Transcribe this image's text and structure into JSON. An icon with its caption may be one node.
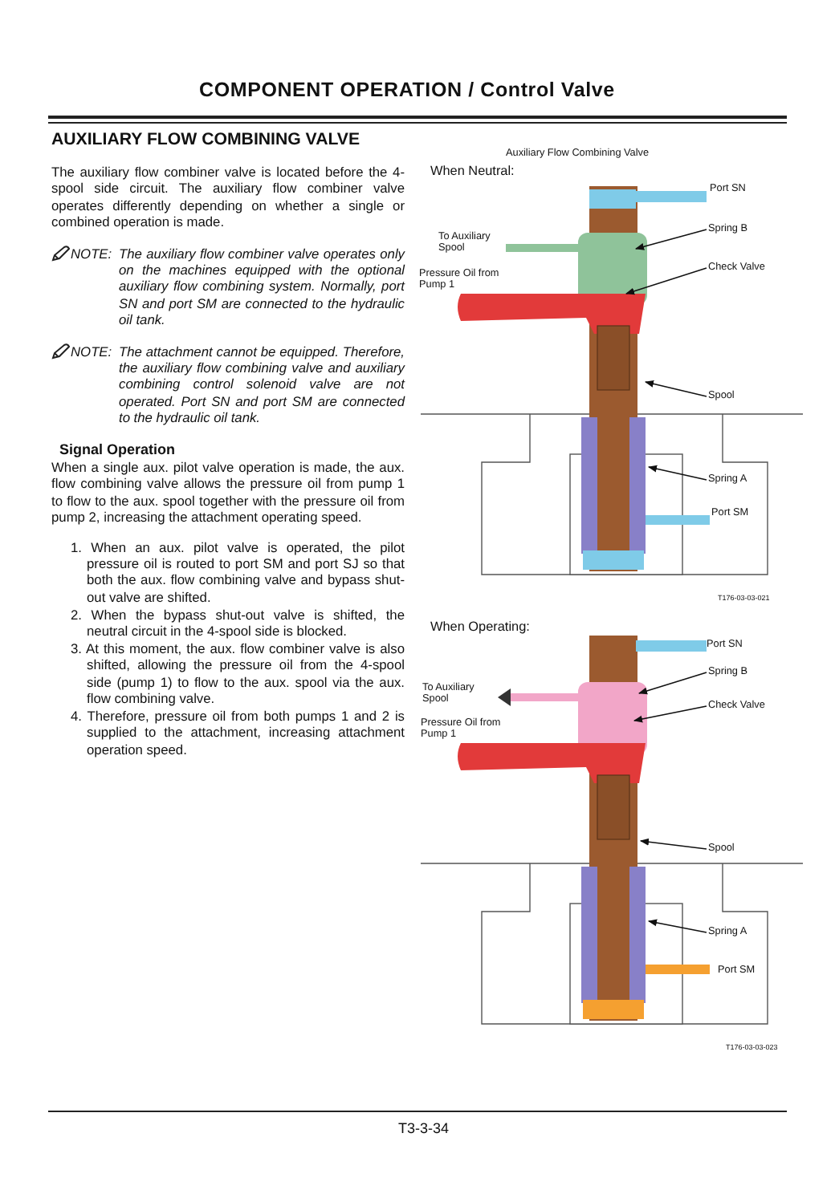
{
  "diagram": {
    "title": "COMPONENT OPERATION / Control Valve",
    "nodes": [
      {
        "text": [
          "Spring B"
        ]
      },
      {
        "text": [
          "Check Valve"
        ]
      },
      {
        "text": [
          "Spool"
        ]
      },
      {
        "text": [
          "Spring A"
        ]
      },
      {
        "text": [
          "Spring B"
        ]
      },
      {
        "text": [
          "Check Valve"
        ]
      },
      {
        "text": [
          "Spool"
        ]
      },
      {
        "text": [
          "Spring A"
        ]
      }
    ],
    "edges": [
      {
        "from": 0,
        "to": null,
        "arrow": "to"
      },
      {
        "from": 1,
        "to": null,
        "arrow": "to"
      },
      {
        "from": 2,
        "to": null,
        "arrow": "to"
      },
      {
        "from": 3,
        "to": null,
        "arrow": "to"
      },
      {
        "from": 4,
        "to": null,
        "arrow": "to"
      },
      {
        "from": 5,
        "to": null,
        "arrow": "to"
      },
      {
        "from": 6,
        "to": null,
        "arrow": "to"
      },
      {
        "from": 7,
        "to": null,
        "arrow": "to"
      }
    ],
    "labels": [
      "AUXILIARY FLOW COMBINING VALVE",
      "The auxiliary flow combiner valve is located before the 4-spool side circuit. The auxiliary flow combiner valve operates differently depending on whether a single or combined operation is made.",
      "NOTE:",
      "The auxiliary flow combiner valve operates only on the machines equipped with the optional auxiliary flow combining system. Normally, port SN and port SM are connected to the hydraulic oil tank.",
      "NOTE:",
      "The attachment cannot be equipped. Therefore, the auxiliary flow combining valve and auxiliary combining control solenoid valve are not operated. Port SN and port SM are connected to the hydraulic oil tank.",
      "Signal Operation",
      "When a single aux. pilot valve operation is made, the aux. flow combining valve allows the pressure oil from pump 1 to flow to the aux. spool together with the pressure oil from pump 2, increasing the attachment operating speed.",
      "1. When an aux. pilot valve is operated, the pilot pressure oil is routed to port SM and port SJ so that both the aux. flow combining valve and bypass shut-out valve are shifted.",
      "2. When the bypass shut-out valve is shifted, the neutral circuit in the 4-spool side is blocked.",
      "3. At this moment, the aux. flow combiner valve is also shifted, allowing the pressure oil from the 4-spool side (pump 1) to flow to the aux. spool via the aux. flow combining valve.",
      "4. Therefore, pressure oil from both pumps 1 and 2 is supplied to the attachment, increasing attachment operation speed.",
      "Auxiliary Flow Combining Valve",
      "When Neutral:",
      "Port SN",
      "To Auxiliary Spool",
      "Pressure Oil from Pump 1",
      "Port SM",
      "T176-03-03-021",
      "When Operating:",
      "Port SN",
      "To Auxiliary Spool",
      "Pressure Oil from Pump 1",
      "Port SM",
      "T176-03-03-023",
      "T3-3-34"
    ]
  }
}
